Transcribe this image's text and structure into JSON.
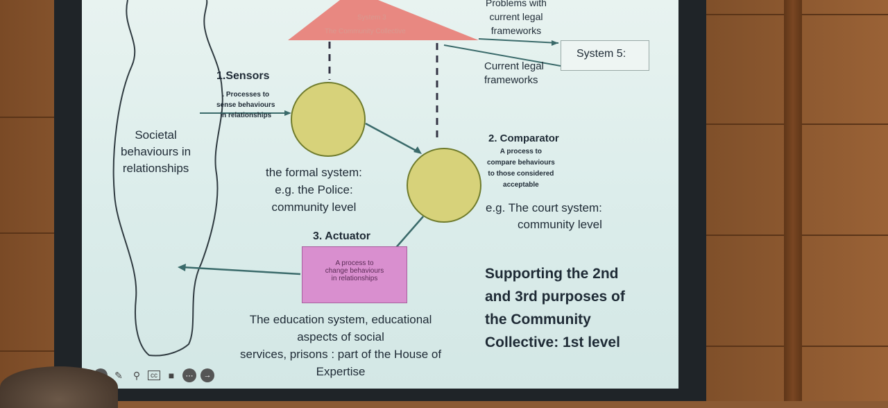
{
  "slide": {
    "title_faint_1": "System 3",
    "title_faint_2": "The Community Collective",
    "problems_label": "Problems with\ncurrent legal\nframeworks",
    "system5_label": "System 5:",
    "current_legal_label": "Current legal\nframeworks",
    "sensors_title": "1.Sensors",
    "sensors_desc": ". Processes to\nsense behaviours\nin relationships",
    "societal_label": "Societal\nbehaviours in\nrelationships",
    "formal_system": "the formal system:\ne.g. the Police:\ncommunity level",
    "comparator_title": "2. Comparator",
    "comparator_desc": "A process to\ncompare behaviours\nto those considered\nacceptable",
    "court_system": "e.g. The court system:\ncommunity level",
    "actuator_title": "3. Actuator",
    "actuator_desc": "A process to\nchange behaviours\nin relationships",
    "supporting_text": "Supporting the 2nd\nand 3rd purposes of\nthe Community\nCollective: 1st level",
    "education_text": "The education system, educational\naspects of social\nservices, prisons : part of the House of\nExpertise"
  },
  "colors": {
    "triangle": "#e8827a",
    "circle_fill": "#d7d27a",
    "circle_stroke": "#6f7b2c",
    "actuator_fill": "#d98fcf",
    "arrow": "#3a6a6a",
    "screen_bg": "#dcecea"
  },
  "toolbar_icons": [
    "back-icon",
    "pen-icon",
    "zoom-icon",
    "captions-icon",
    "video-icon",
    "more-icon",
    "forward-icon"
  ]
}
